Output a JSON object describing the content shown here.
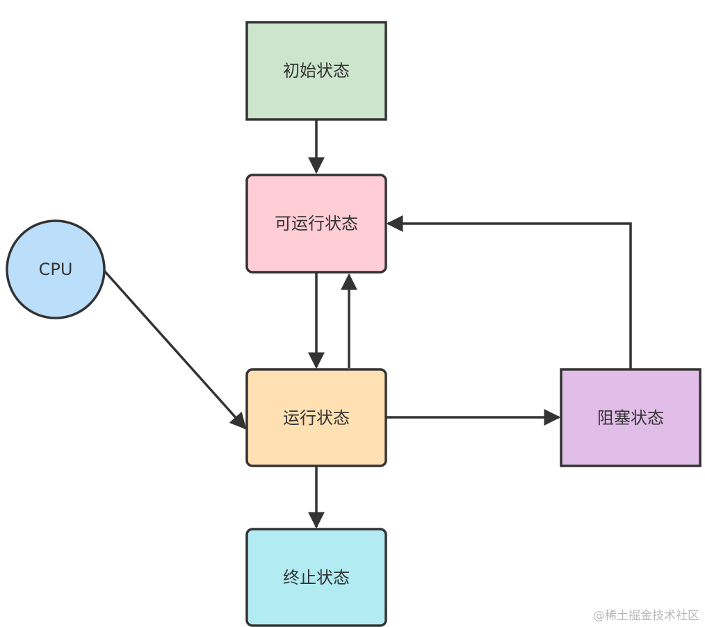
{
  "diagram": {
    "nodes": {
      "initial": {
        "label": "初始状态",
        "fill": "#cce5cc"
      },
      "runnable": {
        "label": "可运行状态",
        "fill": "#ffcdd6"
      },
      "running": {
        "label": "运行状态",
        "fill": "#ffe0b2"
      },
      "blocked": {
        "label": "阻塞状态",
        "fill": "#e1bee7"
      },
      "terminated": {
        "label": "终止状态",
        "fill": "#b2ebf2"
      },
      "cpu": {
        "label": "CPU",
        "fill": "#bbdefb"
      }
    },
    "edges": [
      {
        "from": "initial",
        "to": "runnable"
      },
      {
        "from": "runnable",
        "to": "running"
      },
      {
        "from": "running",
        "to": "runnable"
      },
      {
        "from": "running",
        "to": "blocked"
      },
      {
        "from": "blocked",
        "to": "runnable"
      },
      {
        "from": "running",
        "to": "terminated"
      },
      {
        "from": "cpu",
        "to": "running"
      }
    ],
    "stroke_color": "#333333"
  },
  "watermark": "@稀土掘金技术社区"
}
